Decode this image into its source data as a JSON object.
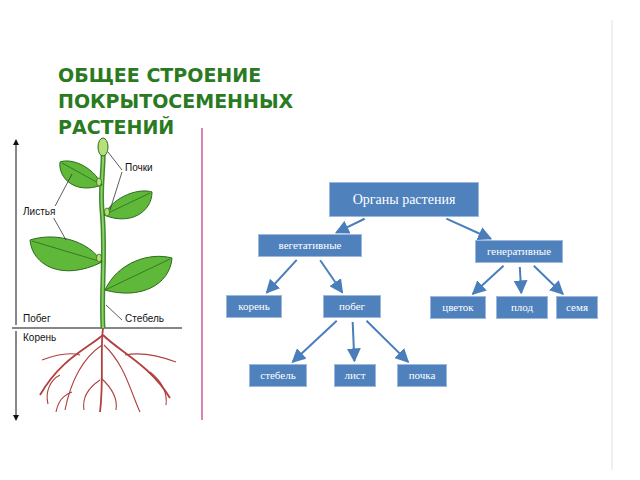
{
  "diagram": {
    "title": "ОБЩЕЕ СТРОЕНИЕ ПОКРЫТОСЕМЕННЫХ РАСТЕНИЙ",
    "nodes": [
      {
        "text": [
          "Органы растения"
        ]
      },
      {
        "text": [
          "вегетативные"
        ]
      },
      {
        "text": [
          "генеративные"
        ]
      },
      {
        "text": [
          "корень"
        ]
      },
      {
        "text": [
          "побег"
        ]
      },
      {
        "text": [
          "цветок"
        ]
      },
      {
        "text": [
          "плод"
        ]
      },
      {
        "text": [
          "семя"
        ]
      },
      {
        "text": [
          "стебель"
        ]
      },
      {
        "text": [
          "лист"
        ]
      },
      {
        "text": [
          "почка"
        ]
      }
    ],
    "edges": [
      {
        "from": 0,
        "to": 1,
        "arrow": "to"
      },
      {
        "from": 0,
        "to": 2,
        "arrow": "to"
      },
      {
        "from": 1,
        "to": 3,
        "arrow": "to"
      },
      {
        "from": 1,
        "to": 4,
        "arrow": "to"
      },
      {
        "from": 2,
        "to": 5,
        "arrow": "to"
      },
      {
        "from": 2,
        "to": 6,
        "arrow": "to"
      },
      {
        "from": 2,
        "to": 7,
        "arrow": "to"
      },
      {
        "from": 4,
        "to": 8,
        "arrow": "to"
      },
      {
        "from": 4,
        "to": 9,
        "arrow": "to"
      },
      {
        "from": 4,
        "to": 10,
        "arrow": "to"
      }
    ],
    "labels": [
      "Почки",
      "Листья",
      "Побег",
      "Стебель",
      "Корень"
    ]
  }
}
